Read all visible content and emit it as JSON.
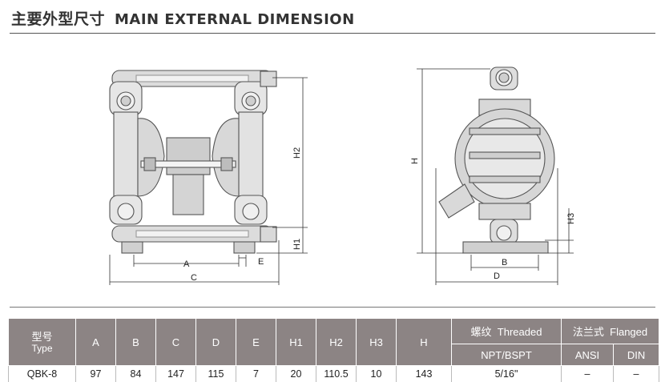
{
  "header": {
    "title_cn": "主要外型尺寸",
    "title_en": "MAIN EXTERNAL DIMENSION"
  },
  "drawing_labels": {
    "A": "A",
    "B": "B",
    "C": "C",
    "D": "D",
    "E": "E",
    "H": "H",
    "H1": "H1",
    "H2": "H2",
    "H3": "H3"
  },
  "table": {
    "type_cn": "型号",
    "type_en": "Type",
    "cols": [
      "A",
      "B",
      "C",
      "D",
      "E",
      "H1",
      "H2",
      "H3",
      "H"
    ],
    "threaded_cn": "螺纹",
    "threaded_en": "Threaded",
    "flanged_cn": "法兰式",
    "flanged_en": "Flanged",
    "npt": "NPT/BSPT",
    "ansi": "ANSI",
    "din": "DIN",
    "rows": [
      {
        "type": "QBK-8",
        "values": [
          "97",
          "84",
          "147",
          "115",
          "7",
          "20",
          "110.5",
          "10",
          "143"
        ],
        "npt": "5/16\"",
        "ansi": "–",
        "din": "–"
      }
    ]
  }
}
